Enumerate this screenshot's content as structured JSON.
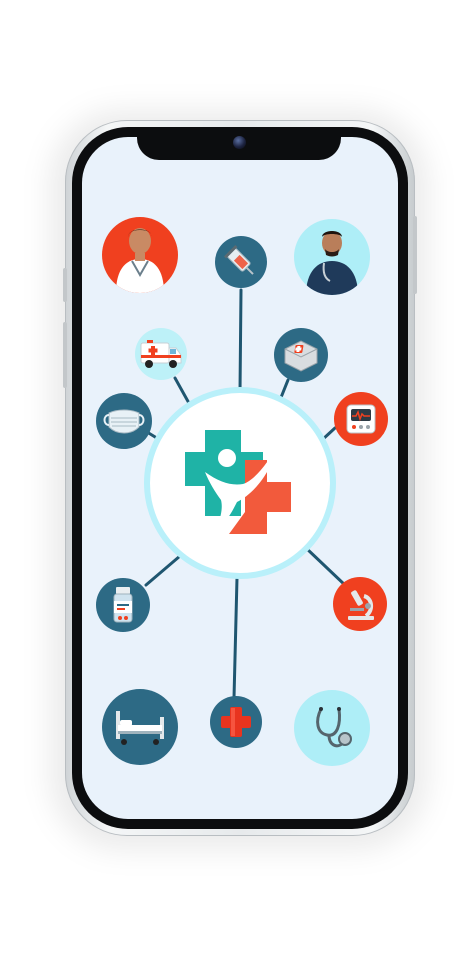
{
  "app": {
    "device": "smartphone",
    "screen_background": "#e9f2fb"
  },
  "hub": {
    "icon": "medical-cross-person-logo",
    "colors": {
      "teal": "#1fb3a6",
      "coral": "#f25a3c",
      "ring": "#b9f0fa"
    }
  },
  "nodes": [
    {
      "id": "doctor-female",
      "icon": "female-doctor-avatar",
      "bg": "#f0401f"
    },
    {
      "id": "syringe",
      "icon": "syringe-icon",
      "bg": "#2d6a85"
    },
    {
      "id": "doctor-male",
      "icon": "male-doctor-avatar",
      "bg": "#aeeef7"
    },
    {
      "id": "ambulance",
      "icon": "ambulance-icon",
      "bg": "#bdf1f8"
    },
    {
      "id": "first-aid-kit",
      "icon": "first-aid-kit-icon",
      "bg": "#2d6a85"
    },
    {
      "id": "face-mask",
      "icon": "face-mask-icon",
      "bg": "#2d6a85"
    },
    {
      "id": "monitor",
      "icon": "medical-monitor-icon",
      "bg": "#f0401f"
    },
    {
      "id": "pill-bottle",
      "icon": "pill-bottle-icon",
      "bg": "#2d6a85"
    },
    {
      "id": "microscope",
      "icon": "microscope-icon",
      "bg": "#f0401f"
    },
    {
      "id": "hospital-bed",
      "icon": "hospital-bed-icon",
      "bg": "#2d6a85"
    },
    {
      "id": "red-cross",
      "icon": "red-cross-icon",
      "bg": "#2d6a85"
    },
    {
      "id": "stethoscope",
      "icon": "stethoscope-icon",
      "bg": "#aeeef7"
    }
  ],
  "connector_color": "#1f5670"
}
